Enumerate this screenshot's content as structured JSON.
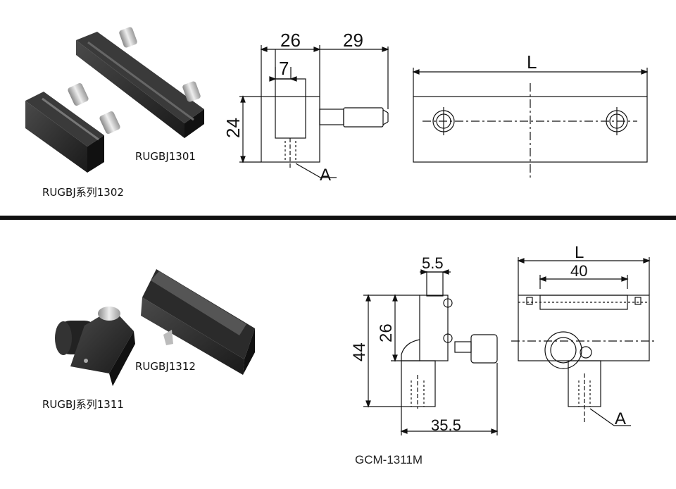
{
  "top": {
    "photo_label_1301": "RUGBJ1301",
    "photo_label_1302": "RUGBJ系列1302",
    "side_view": {
      "width": "26",
      "extension": "29",
      "slot": "7",
      "height": "24",
      "callout": "A"
    },
    "front_view": {
      "length": "L"
    }
  },
  "bottom": {
    "photo_label_1312": "RUGBJ1312",
    "photo_label_1311": "RUGBJ系列1311",
    "side_view": {
      "slot": "5.5",
      "inner_height": "26",
      "total_height": "44",
      "depth": "35.5"
    },
    "front_view": {
      "length": "L",
      "span": "40",
      "callout": "A"
    },
    "model": "GCM-1311M"
  }
}
